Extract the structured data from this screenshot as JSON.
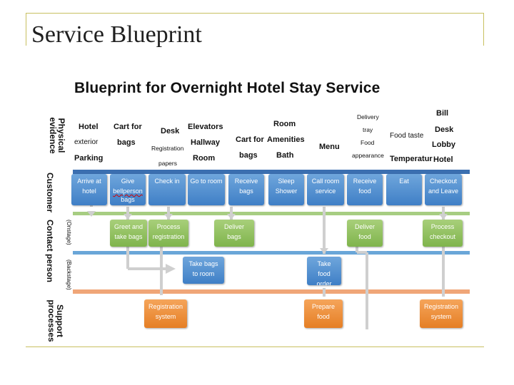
{
  "slide": {
    "title": "Service Blueprint"
  },
  "blueprint": {
    "title": "Blueprint for Overnight Hotel Stay Service",
    "lanes": {
      "physical_evidence": "Physical evidence",
      "customer": "Customer",
      "contact_person": "Contact person",
      "onstage": "(Onstage)",
      "backstage": "(Backstage)",
      "support_processes": "Support processes"
    },
    "evidence": {
      "hotel_exterior": [
        "Hotel",
        "exterior",
        "Parking"
      ],
      "cart_for_bags": [
        "Cart for",
        "bags"
      ],
      "desk": [
        "Desk",
        "Registration",
        "papers"
      ],
      "elevators": [
        "Elevators",
        "Hallway",
        "Room"
      ],
      "cart_for_bags_2": [
        "Cart for",
        "bags"
      ],
      "room_amenities": [
        "Room",
        "Amenities",
        "Bath"
      ],
      "menu": "Menu",
      "delivery": [
        "Delivery",
        "tray",
        "Food",
        "appearance"
      ],
      "food_taste": [
        "Food taste",
        "Temperatur"
      ],
      "bill": [
        "Bill",
        "Desk",
        "Lobby",
        "Hotel"
      ]
    },
    "customer_actions": [
      [
        "Arrive at",
        "hotel"
      ],
      [
        "Give",
        "bellperson",
        "bags"
      ],
      [
        "Check in"
      ],
      [
        "Go to room"
      ],
      [
        "Receive",
        "bags"
      ],
      [
        "Sleep",
        "Shower"
      ],
      [
        "Call room",
        "service"
      ],
      [
        "Receive",
        "food"
      ],
      [
        "Eat"
      ],
      [
        "Checkout",
        "and Leave"
      ]
    ],
    "onstage_actions": [
      [
        "Greet and",
        "take bags"
      ],
      [
        "Process",
        "registration"
      ],
      [
        "Deliver",
        "bags"
      ],
      [
        "Deliver",
        "food"
      ],
      [
        "Process",
        "checkout"
      ]
    ],
    "backstage_actions": [
      [
        "Take bags",
        "to room"
      ],
      [
        "Take",
        "food",
        "order"
      ]
    ],
    "support_actions": [
      [
        "Registration",
        "system"
      ],
      [
        "Prepare",
        "food"
      ],
      [
        "Registration",
        "system"
      ]
    ],
    "colors": {
      "customer": "#4a88cc",
      "onstage": "#86b854",
      "backstage": "#4a88cc",
      "support": "#e8832c",
      "line_interaction": "#3b6fb0",
      "line_visibility": "#8fbf68",
      "line_internal": "#e8a070"
    }
  }
}
